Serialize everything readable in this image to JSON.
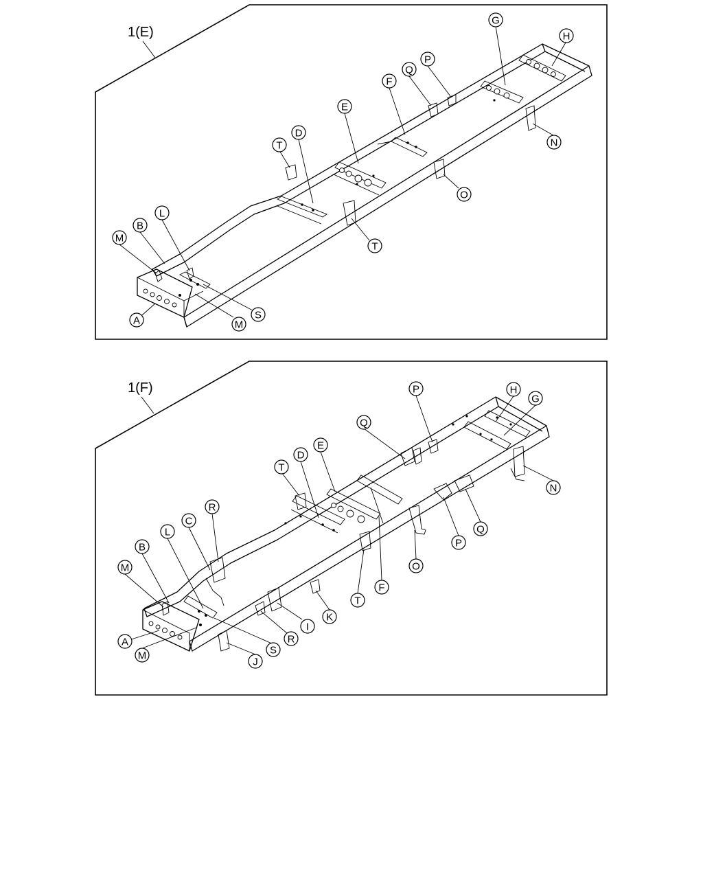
{
  "panels": [
    {
      "id": "E",
      "label": "1(E)",
      "callouts": [
        "A",
        "B",
        "D",
        "E",
        "F",
        "G",
        "H",
        "L",
        "M",
        "M",
        "N",
        "O",
        "P",
        "Q",
        "S",
        "T",
        "T"
      ]
    },
    {
      "id": "F",
      "label": "1(F)",
      "callouts": [
        "A",
        "B",
        "C",
        "D",
        "E",
        "F",
        "G",
        "H",
        "I",
        "J",
        "K",
        "L",
        "M",
        "M",
        "N",
        "O",
        "P",
        "P",
        "Q",
        "Q",
        "R",
        "R",
        "S",
        "T",
        "T"
      ]
    }
  ]
}
